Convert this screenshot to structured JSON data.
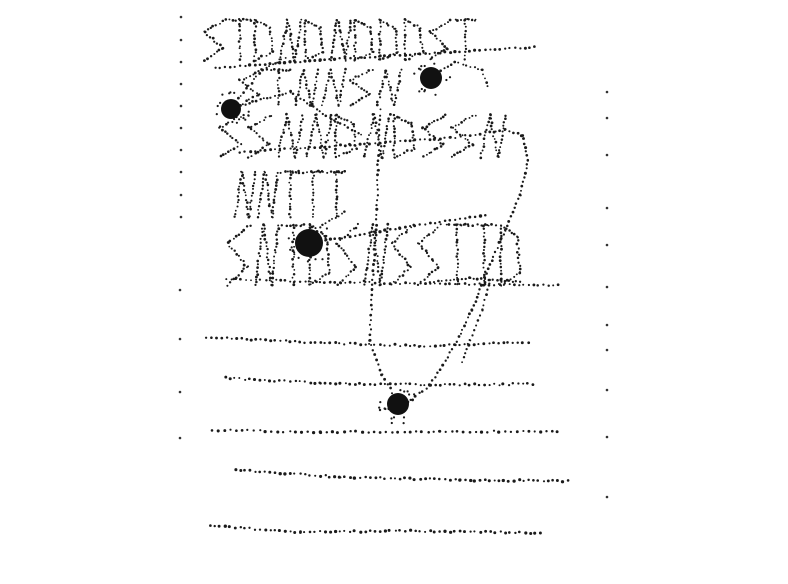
{
  "sketch": {
    "ink_color": "#1a1a1a",
    "background_color": "#ffffff",
    "style": "dotted-handwriting"
  },
  "handwriting": {
    "lines": [
      {
        "text": ""
      },
      {
        "text": ""
      },
      {
        "text": ""
      },
      {
        "text": ""
      },
      {
        "text": ""
      }
    ]
  },
  "ruled_lines": {
    "count": 5
  },
  "markers": {
    "count": 4
  }
}
